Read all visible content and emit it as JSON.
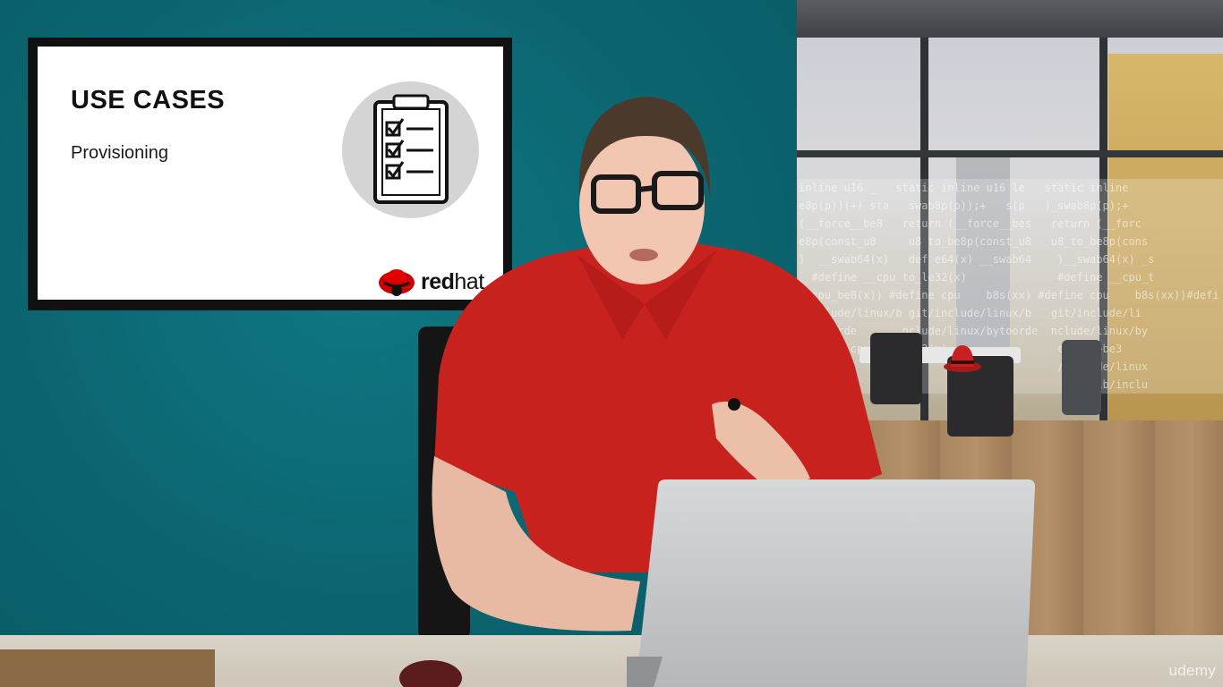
{
  "slide": {
    "title": "USE CASES",
    "subtitle": "Provisioning",
    "icon": "clipboard-checklist-icon",
    "brand_prefix": "red",
    "brand_suffix": "hat."
  },
  "video": {
    "watermark": "udemy"
  },
  "colors": {
    "wall": "#0b6570",
    "brand_red": "#cc0000",
    "shirt": "#c8221f",
    "slide_background": "#ffffff"
  }
}
